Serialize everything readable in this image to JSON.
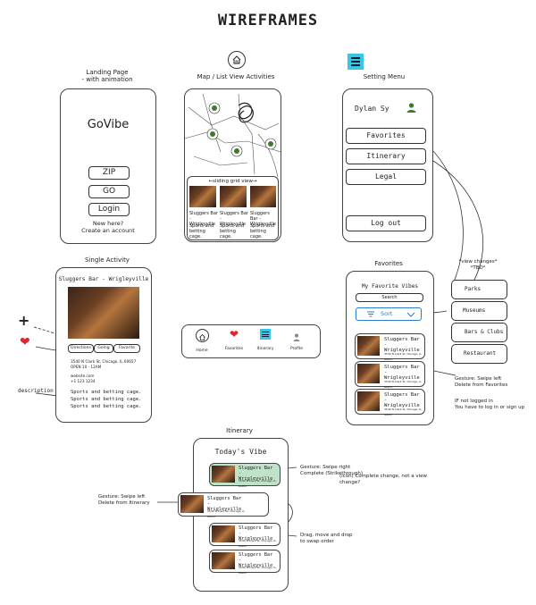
{
  "page_title": "WIREFRAMES",
  "landing": {
    "caption": [
      "Landing Page",
      "- with animation"
    ],
    "app_name": "GoVibe",
    "zip_label": "ZIP",
    "go_label": "GO",
    "login_label": "Login",
    "new_here": [
      "New here?",
      "Create an account"
    ]
  },
  "map": {
    "caption": "Map / List View Activities",
    "sliding_label": "←sliding grid view→",
    "card_title": "Sluggers Bar - Wrigleyville",
    "card_desc": "Sports and betting cage."
  },
  "settings": {
    "caption": "Setting Menu",
    "user_name": "Dylan Sy",
    "items": [
      "Favorites",
      "Itinerary",
      "Legal"
    ],
    "logout": "Log out"
  },
  "single": {
    "caption": "Single Activity",
    "title": "Sluggers Bar - Wrigleyville",
    "buttons": [
      "Directions",
      "Going",
      "Favorite"
    ],
    "address": [
      "3540 N Clark St, Chicago, IL 60657",
      "OPEN 10 - 12AM"
    ],
    "meta": [
      "website.com",
      "+1 123 1234"
    ],
    "description": [
      "Sports and betting cage.",
      "Sports and betting cage.",
      "Sports and betting cage."
    ],
    "label_description": "description"
  },
  "navbar": {
    "items": [
      "Home",
      "Favorites",
      "Itinerary",
      "Profile"
    ]
  },
  "favorites": {
    "caption": "Favorites",
    "title": "My Favorite Vibes",
    "search": "Search",
    "sort": "Sort",
    "card_title": "Sluggers Bar - Wrigleyville",
    "card_addr": "3540 N Clark St, Chicago, IL 60657",
    "gesture_note": [
      "Gesture: Swipe left",
      "Delete from Favorites"
    ],
    "login_note": [
      "IF not logged in",
      "You have to log in or sign up"
    ]
  },
  "view_change": {
    "caption": [
      "*view changes*",
      "*TBD*"
    ],
    "items": [
      "Parks",
      "Museums",
      "Bars & Clubs",
      "Restaurant"
    ]
  },
  "itinerary": {
    "caption": "Itinerary",
    "title": "Today's Vibe",
    "card_title": "Sluggers Bar - Wrigleyville",
    "card_addr": "3540 N Clark St, Chicago, IL 60657",
    "note_right": [
      "Gesture: Swipe right",
      "Complete (Strikethrough)"
    ],
    "note_right2": "(icon) Complete change, not a view change?",
    "note_left": [
      "Gesture: Swipe left",
      "Delete from Itinerary"
    ],
    "note_drag": [
      "Drag, move and drop",
      "to swap order"
    ]
  },
  "icons": {
    "home": "home-icon",
    "menu": "menu-icon",
    "heart": "heart-icon",
    "plus": "plus-icon",
    "user": "user-icon"
  },
  "colors": {
    "accent_blue": "#2b7bd6",
    "menu_cyan": "#37c6e6",
    "heart_red": "#e0242b",
    "pin_green": "#3d7a2a",
    "swipe_green": "#bfe3c8"
  }
}
